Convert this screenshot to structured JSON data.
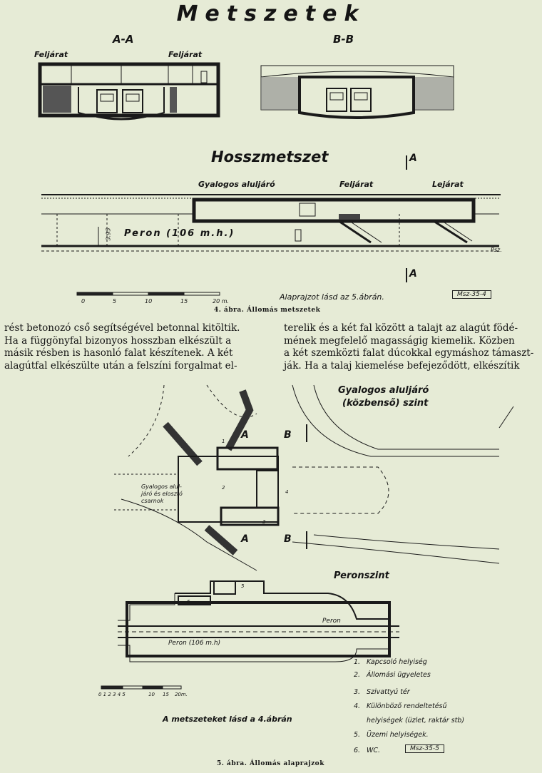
{
  "page_title": "Metszetek",
  "fig4": {
    "section_aa": "A-A",
    "section_bb": "B-B",
    "feljarat_left": "Feljárat",
    "feljarat_right": "Feljárat",
    "long_section_title": "Hosszmetszet",
    "mark_a_top": "A",
    "mark_a_bottom": "A",
    "underpass_label": "Gyalogos aluljáró",
    "feljarat_label": "Feljárat",
    "lejarat_label": "Lejárat",
    "peron_label": "Peron  (106 m.h.)",
    "height_label": "3.95",
    "psz_label": "Psz.",
    "scale_ticks": [
      "0",
      "5",
      "10",
      "15",
      "20 m."
    ],
    "plan_ref": "Alaprajzot lásd az 5.ábrán.",
    "drawing_code": "Msz-35-4",
    "caption": "4. ábra. Állomás metszetek"
  },
  "body_text": {
    "left": [
      "rést betonozó cső segítségével betonnal kitöltik.",
      "Ha a függönyfal bizonyos hosszban elkészült a",
      "másik résben is hasonló falat készítenek. A két",
      "alagútfal elkészülte után a felszíni forgalmat el-"
    ],
    "right": [
      "terelik és a két fal között a talajt az alagút födé-",
      "mének megfelelő magasságig kiemelik. Közben",
      "a két szemközti falat dúcokkal egymáshoz támaszt-",
      "ják. Ha a talaj kiemelése befejeződött, elkészítik"
    ]
  },
  "fig5": {
    "underpass_title_1": "Gyalogos aluljáró",
    "underpass_title_2": "(közbenső) szint",
    "hall_label_1": "Gyalogos alul-",
    "hall_label_2": "járó és elosztó",
    "hall_label_3": "csarnok",
    "section_marks": [
      "A",
      "B",
      "A",
      "B"
    ],
    "room_numbers": [
      "1",
      "2",
      "3",
      "4",
      "5",
      "6"
    ],
    "platform_level_title": "Peronszint",
    "peron_upper": "Peron",
    "peron_lower": "Peron  (106 m.h)",
    "scale_ticks": [
      "0 1 2 3 4 5",
      "10",
      "15",
      "20m."
    ],
    "sections_ref": "A metszeteket lásd a 4.ábrán",
    "legend": [
      {
        "num": "1.",
        "text": "Kapcsoló helyiség"
      },
      {
        "num": "2.",
        "text": "Állomási ügyeletes"
      },
      {
        "num": "3.",
        "text": "Szivattyú tér"
      },
      {
        "num": "4.",
        "text": "Különböző rendeltetésű"
      },
      {
        "num": "",
        "text": "helyiségek (üzlet, raktár stb)"
      },
      {
        "num": "5.",
        "text": "Üzemi helyiségek."
      },
      {
        "num": "6.",
        "text": "WC."
      }
    ],
    "drawing_code": "Msz-35-5",
    "caption": "5. ábra. Állomás alaprajzok"
  }
}
